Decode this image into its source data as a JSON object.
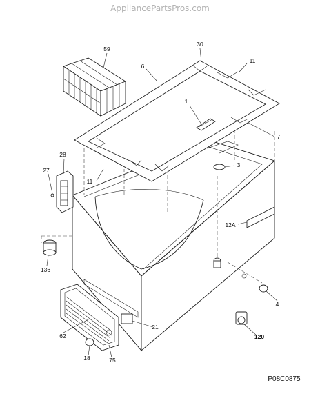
{
  "watermark": "AppliancePartsPros.com",
  "diagram_code": "P08C0875",
  "callouts": {
    "c59": "59",
    "c30": "30",
    "c6": "6",
    "c11a": "11",
    "c1": "1",
    "c7": "7",
    "c28": "28",
    "c27": "27",
    "c11b": "11",
    "c3": "3",
    "c12a": "12A",
    "c136": "136",
    "c4": "4",
    "c62": "62",
    "c21": "21",
    "c120": "120",
    "c18": "18",
    "c75": "75"
  }
}
